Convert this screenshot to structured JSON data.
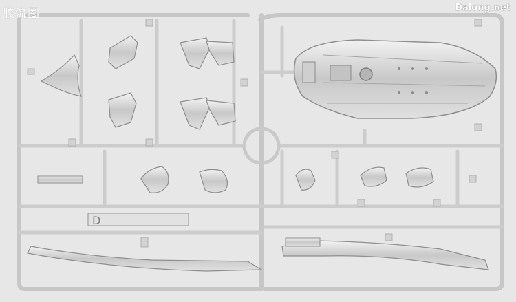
{
  "watermark_left": "胶流圈",
  "watermark_right": "Dalong.net",
  "sprue_letter": "D",
  "colors": {
    "background": "#e7e7e7",
    "runner": "#cfcfcf",
    "runner_edge": "#b4b4b4",
    "part": "#d9d9d9",
    "part_shadow": "#9a9a9a"
  }
}
